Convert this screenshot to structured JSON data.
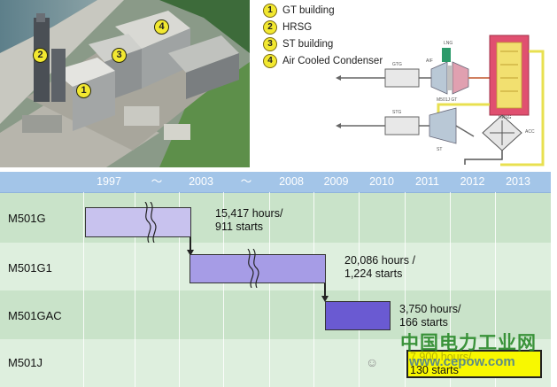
{
  "legend": {
    "items": [
      {
        "num": "1",
        "label": "GT building"
      },
      {
        "num": "2",
        "label": "HRSG"
      },
      {
        "num": "3",
        "label": "ST building"
      },
      {
        "num": "4",
        "label": "Air Cooled Condenser"
      }
    ]
  },
  "photo_markers": [
    "1",
    "2",
    "3",
    "4"
  ],
  "schematic": {
    "labels": [
      "GTG",
      "AIF",
      "LNG",
      "M501J GT",
      "HRSG",
      "STG",
      "ST",
      "ACC"
    ]
  },
  "timeline": {
    "years": [
      "1997",
      "～",
      "2003",
      "～",
      "2008",
      "2009",
      "2010",
      "2011",
      "2012",
      "2013"
    ],
    "rows": [
      {
        "label": "M501G",
        "note_line1": "15,417 hours/",
        "note_line2": "911 starts",
        "color": "#c8c2ee"
      },
      {
        "label": "M501G1",
        "note_line1": "20,086 hours /",
        "note_line2": "1,224 starts",
        "color": "#a69ce6"
      },
      {
        "label": "M501GAC",
        "note_line1": "3,750 hours/",
        "note_line2": "166 starts",
        "color": "#6a5ad2"
      },
      {
        "label": "M501J",
        "note_line1": "7,900 hours/",
        "note_line2": "130 starts",
        "color": "#f8f800"
      }
    ],
    "colors": {
      "header": "#a3c5e8",
      "band_a": "#c9e3c9",
      "band_b": "#deefde"
    }
  },
  "watermark": {
    "cn": "中国电力工业网",
    "url": "www.cepow.com"
  }
}
